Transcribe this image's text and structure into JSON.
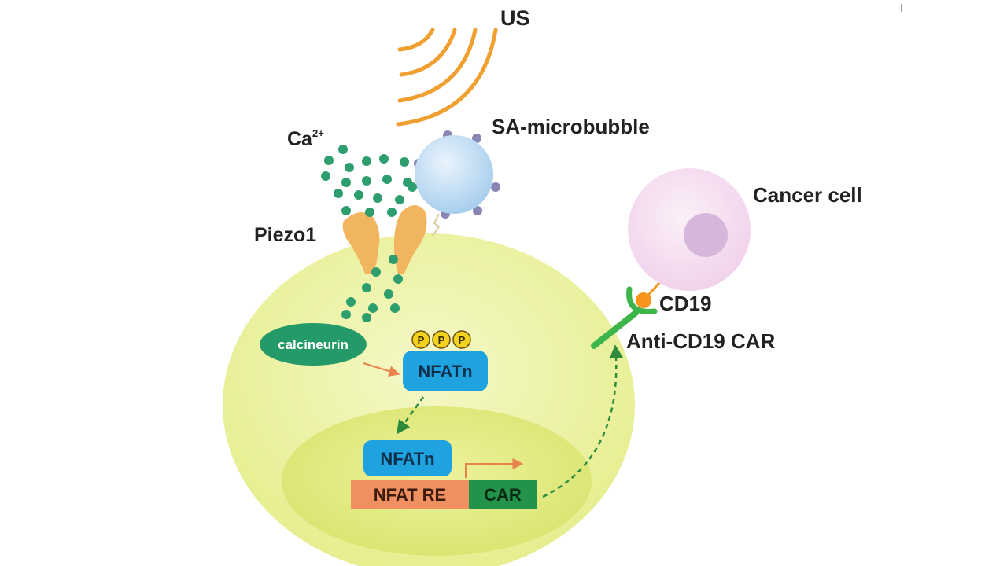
{
  "labels": {
    "us": "US",
    "ca_base": "Ca",
    "ca_sup": "2+",
    "sa_microbubble": "SA-microbubble",
    "piezo1": "Piezo1",
    "cancer_cell": "Cancer cell",
    "cd19": "CD19",
    "anti_cd19_car": "Anti-CD19 CAR",
    "calcineurin": "calcineurin",
    "phospho": "P",
    "nfatn_cytoplasm": "NFATn",
    "nfatn_nucleus": "NFATn",
    "nfat_re": "NFAT RE",
    "car_gene": "CAR"
  },
  "colors": {
    "ultrasound_wave": "#F0A030",
    "calcium_dot": "#2E9E6E",
    "microbubble": "#BFDDF3",
    "microbubble_spike": "#8A86B4",
    "piezo1": "#F2B55F",
    "tcell_body": "#EEF3A0",
    "nucleus": "#E2EA80",
    "calcineurin": "#239A68",
    "nfatn": "#1FA2E0",
    "phospho": "#F3D21D",
    "nfat_re": "#F08F60",
    "car_gene": "#23924A",
    "cancer_cell": "#F6DCF2",
    "cancer_nucleus": "#D6B6DA",
    "cd19": "#F7941D",
    "car_receptor": "#3CB64A",
    "arrow_solid": "#E8834B",
    "arrow_dashed": "#2E8B3C"
  }
}
